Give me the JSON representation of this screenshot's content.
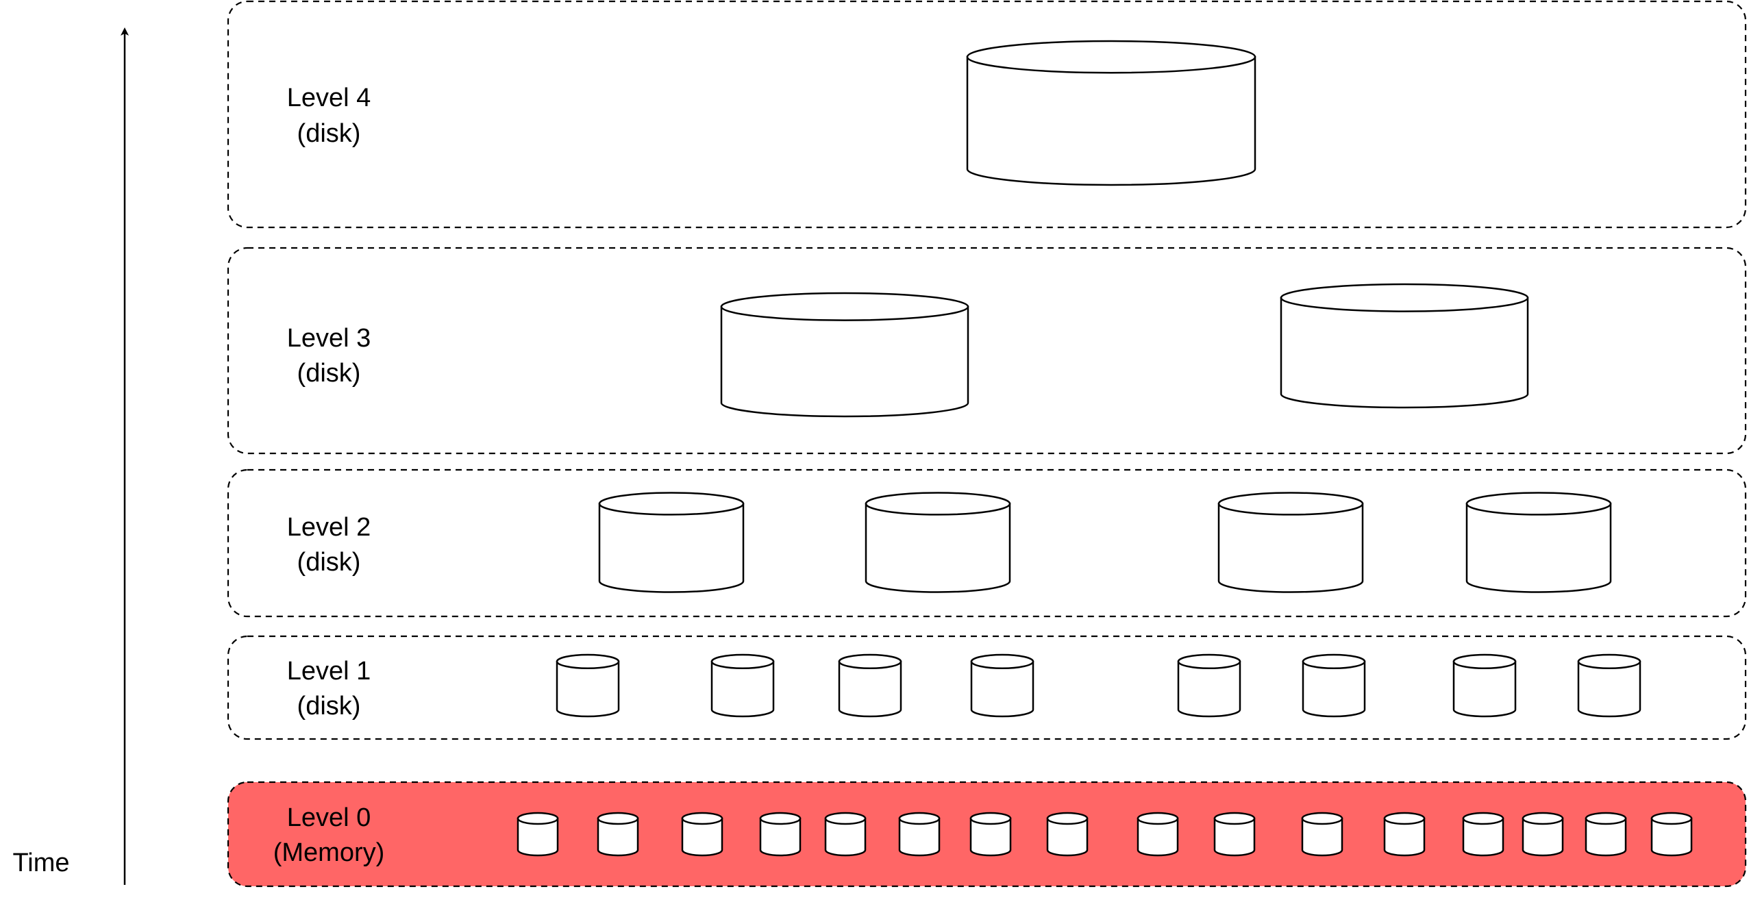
{
  "axis": {
    "label": "Time"
  },
  "levels": [
    {
      "id": "level-4",
      "title": "Level 4",
      "storage": "(disk)",
      "fill": "#ffffff",
      "disk_count": 1
    },
    {
      "id": "level-3",
      "title": "Level 3",
      "storage": "(disk)",
      "fill": "#ffffff",
      "disk_count": 2
    },
    {
      "id": "level-2",
      "title": "Level 2",
      "storage": "(disk)",
      "fill": "#ffffff",
      "disk_count": 4
    },
    {
      "id": "level-1",
      "title": "Level 1",
      "storage": "(disk)",
      "fill": "#ffffff",
      "disk_count": 8
    },
    {
      "id": "level-0",
      "title": "Level 0",
      "storage": "(Memory)",
      "fill": "#ff6666",
      "disk_count": 16
    }
  ],
  "colors": {
    "stroke": "#000000",
    "disk_fill": "#ffffff",
    "memory_fill": "#ff6666"
  },
  "icons": {
    "disk": "cylinder-icon",
    "axis_arrow": "arrow-up-icon"
  }
}
